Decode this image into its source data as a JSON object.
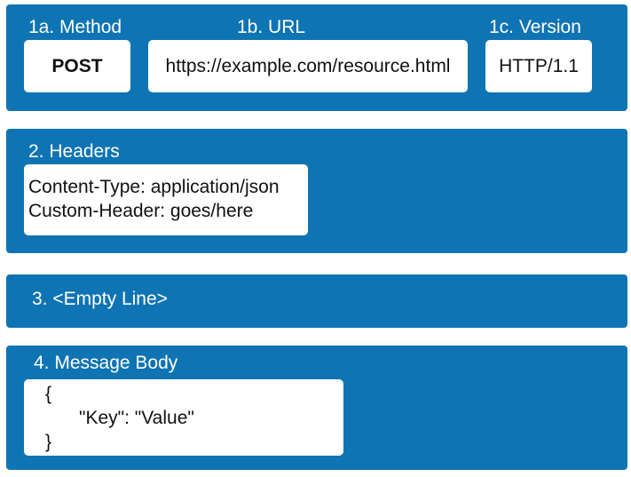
{
  "request_line": {
    "method_label": "1a. Method",
    "method_value": "POST",
    "url_label": "1b. URL",
    "url_value": "https://example.com/resource.html",
    "version_label": "1c. Version",
    "version_value": "HTTP/1.1"
  },
  "headers": {
    "label": "2. Headers",
    "lines": [
      "Content-Type: application/json",
      "Custom-Header: goes/here"
    ]
  },
  "empty_line": {
    "label": "3. <Empty Line>"
  },
  "body": {
    "label": "4. Message Body",
    "lines": [
      "{",
      "\"Key\": \"Value\"",
      "}"
    ]
  },
  "colors": {
    "panel": "#0f74b3",
    "box": "#ffffff",
    "label_text": "#ffffff",
    "box_text": "#111111"
  }
}
